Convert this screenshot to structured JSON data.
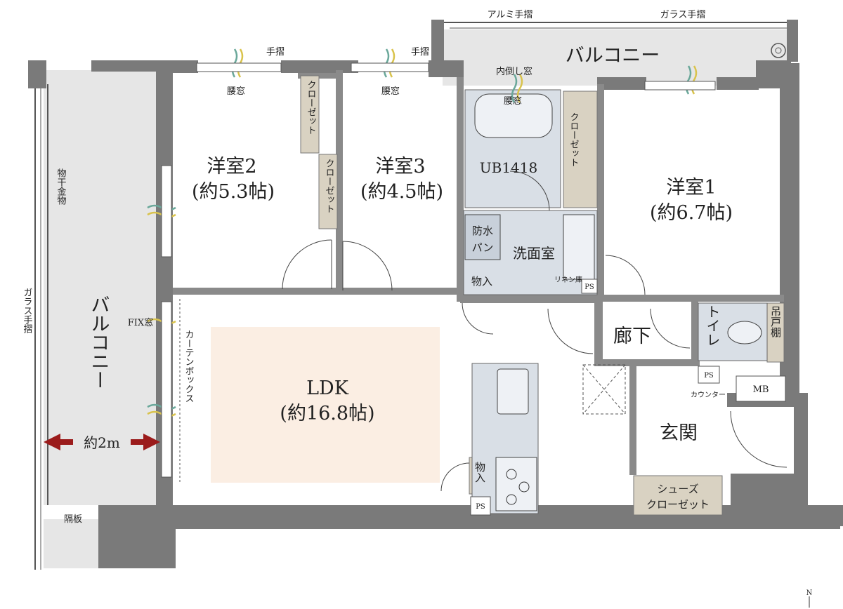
{
  "rooms": {
    "western2_name": "洋室2",
    "western2_size": "(約5.3帖)",
    "western3_name": "洋室3",
    "western3_size": "(約4.5帖)",
    "western1_name": "洋室1",
    "western1_size": "(約6.7帖)",
    "ldk_name": "LDK",
    "ldk_size": "(約16.8帖)",
    "bath": "UB1418",
    "washroom": "洗面室",
    "corridor": "廊下",
    "entrance": "玄関",
    "toilet": "トイレ"
  },
  "balcony": {
    "top_label": "バルコニー",
    "left_label": "バルコニー",
    "width_label": "約2m",
    "drying_rack": "物干金物",
    "partition": "隔板"
  },
  "rails": {
    "aluminum": "アルミ手摺",
    "glass_top": "ガラス手摺",
    "glass_left": "ガラス手摺",
    "handrail_a": "手摺",
    "handrail_b": "手摺"
  },
  "windows": {
    "waist_a": "腰窓",
    "waist_b": "腰窓",
    "waist_bath": "腰窓",
    "inward_tilt": "内倒し窓",
    "fix": "FIX窓",
    "curtain_box": "カーテンボックス"
  },
  "storage": {
    "closet_a": "クローゼット",
    "closet_b": "クローゼット",
    "closet_c": "クローゼット",
    "linen": "リネン庫",
    "storage_a": "物入",
    "storage_b": "物入",
    "hanging_shelf": "吊戸棚",
    "shoes_closet_l1": "シューズ",
    "shoes_closet_l2": "クローゼット",
    "waterproof_pan_l1": "防水",
    "waterproof_pan_l2": "パン"
  },
  "fixtures": {
    "ps_a": "PS",
    "ps_b": "PS",
    "ps_c": "PS",
    "mb": "MB",
    "counter": "カウンター"
  },
  "compass": "N",
  "colors": {
    "wall": "#7a7a7a",
    "balcony_fill": "#e6e6e6",
    "bath_fill": "#d9dfe6",
    "closet_fill": "#d9d2c2",
    "ldk_accent": "#fbeee3",
    "arrow": "#9b1b1b",
    "window_green": "#6aa89a",
    "window_yellow": "#d9c34c"
  }
}
